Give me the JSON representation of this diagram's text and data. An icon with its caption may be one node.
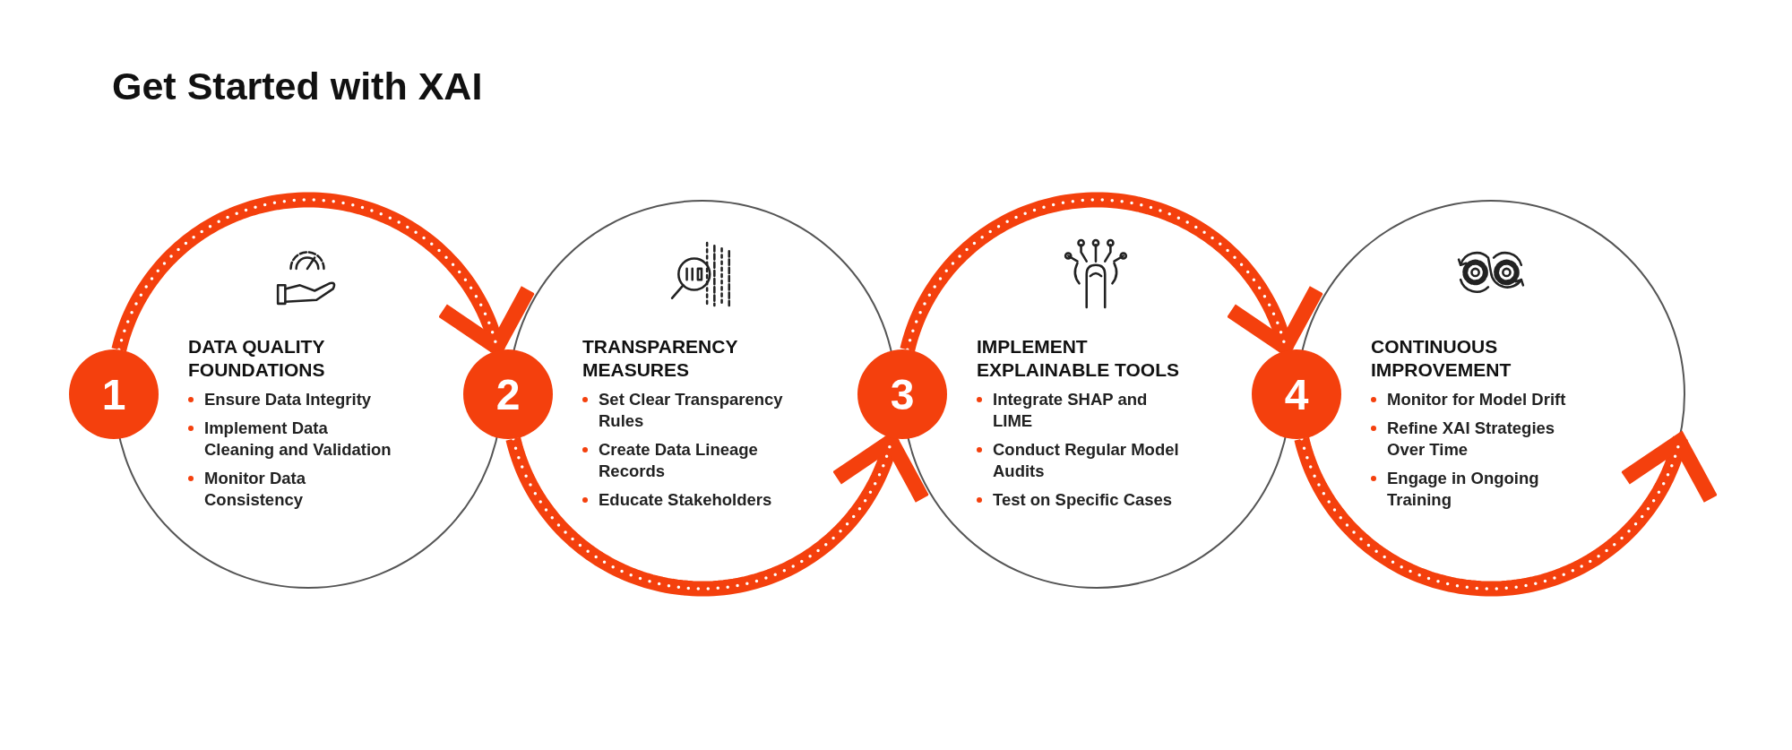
{
  "diagram": {
    "title": "Get Started with XAI",
    "nodes": [
      {
        "text": [
          "DATA QUALITY FOUNDATIONS",
          "Ensure Data Integrity",
          "Implement Data Cleaning and Validation",
          "Monitor Data Consistency"
        ]
      },
      {
        "text": [
          "TRANSPARENCY MEASURES",
          "Set Clear Transparency Rules",
          "Create Data Lineage Records",
          "Educate Stakeholders"
        ]
      },
      {
        "text": [
          "IMPLEMENT EXPLAINABLE TOOLS",
          "Integrate SHAP and LIME",
          "Conduct Regular Model Audits",
          "Test on Specific Cases"
        ]
      },
      {
        "text": [
          "CONTINUOUS IMPROVEMENT",
          "Monitor for Model Drift",
          "Refine XAI Strategies Over Time",
          "Engage in Ongoing Training"
        ]
      },
      {
        "text": [
          "1"
        ]
      },
      {
        "text": [
          "2"
        ]
      },
      {
        "text": [
          "3"
        ]
      },
      {
        "text": [
          "4"
        ]
      }
    ],
    "edges": [
      {
        "from": 4,
        "to": 5,
        "arrow": "to"
      },
      {
        "from": 5,
        "to": 6,
        "arrow": "to"
      },
      {
        "from": 6,
        "to": 7,
        "arrow": "to"
      },
      {
        "from": 7,
        "to": null,
        "arrow": "to"
      }
    ]
  }
}
